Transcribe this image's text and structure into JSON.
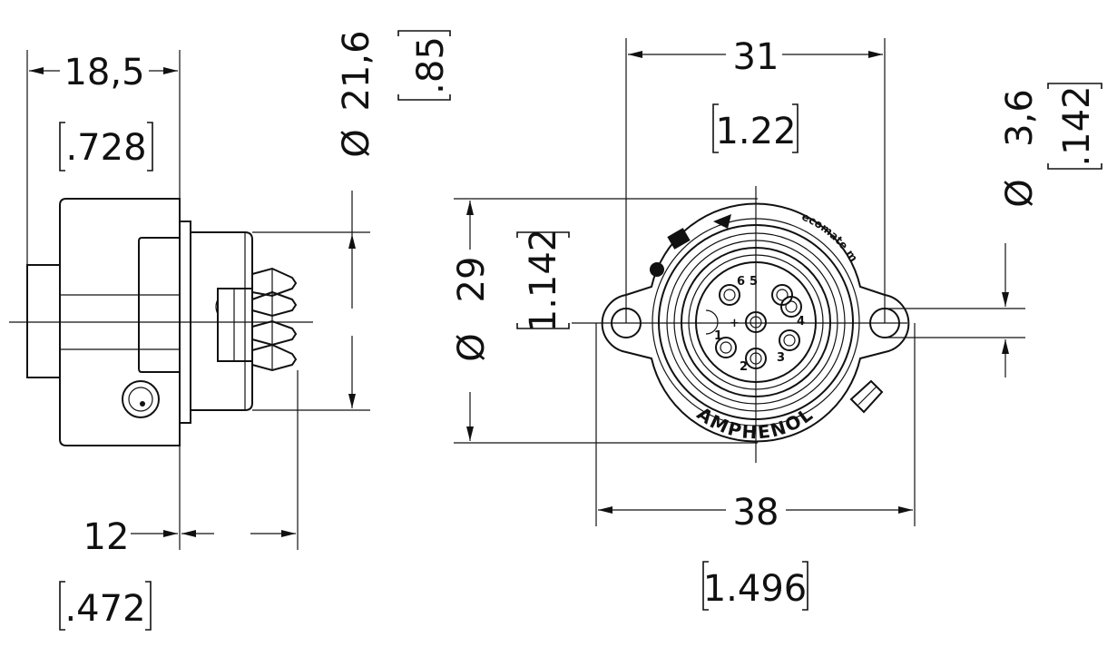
{
  "side_view": {
    "width_mm": "18,5",
    "width_in": ".728",
    "pin_length_mm": "12",
    "pin_length_in": ".472",
    "diameter_mm": "21,6",
    "diameter_in": ".85",
    "diameter_symbol": "Ø"
  },
  "front_view": {
    "hole_spacing_mm": "31",
    "hole_spacing_in": "1.22",
    "body_diameter_mm": "29",
    "body_diameter_in": "1.142",
    "hole_diameter_mm": "3,6",
    "hole_diameter_in": ".142",
    "flange_width_mm": "38",
    "flange_width_in": "1.496",
    "diameter_symbol": "Ø",
    "brand": "AMPHENOL",
    "ring_text": "ecomate m",
    "pin_labels": [
      "1",
      "2",
      "3",
      "4",
      "5",
      "6",
      "+"
    ]
  }
}
